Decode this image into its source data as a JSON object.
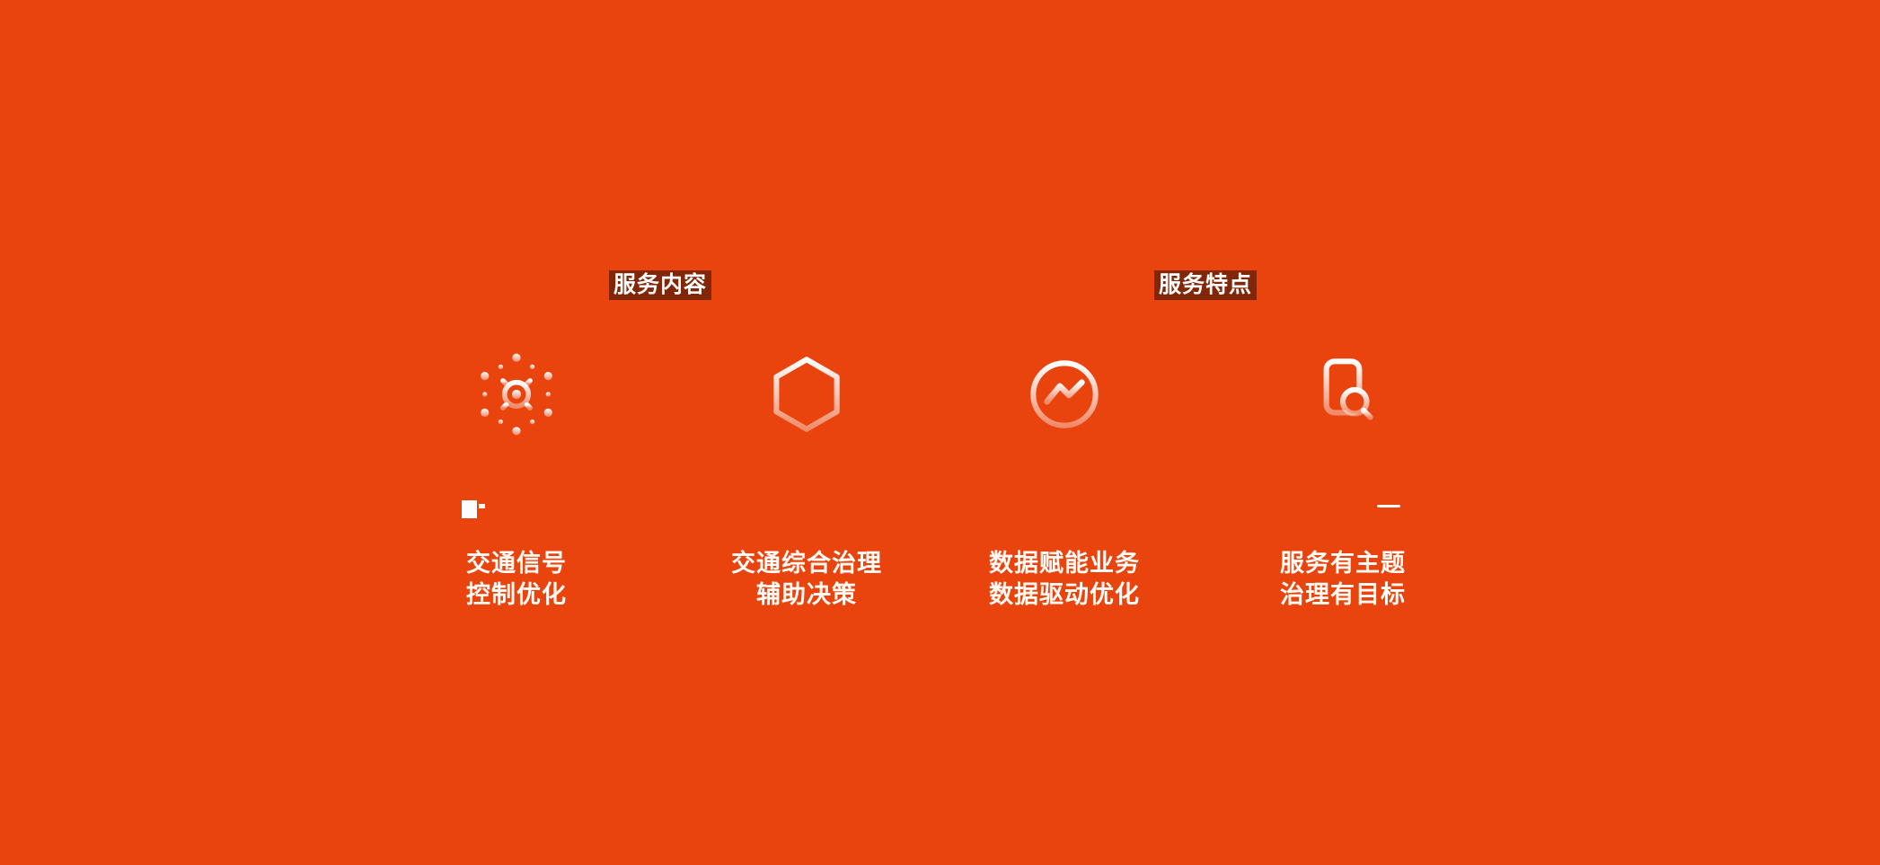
{
  "page": {
    "colors": {
      "background": "#E9440D",
      "header_strip": "rgba(64,20,4,0.62)",
      "text": "#FFFBF7",
      "icon_stroke_top": "#FFFFFF",
      "icon_stroke_bottom_opacity": "0.38"
    }
  },
  "headers": [
    {
      "label": "服务内容"
    },
    {
      "label": "服务特点"
    }
  ],
  "features": [
    {
      "icon": "gear-network-icon",
      "lines": [
        "交通信号",
        "控制优化"
      ]
    },
    {
      "icon": "hexagon-bar-chart-icon",
      "lines": [
        "交通综合治理",
        "辅助决策"
      ]
    },
    {
      "icon": "trend-line-circle-icon",
      "lines": [
        "数据赋能业务",
        "数据驱动优化"
      ]
    },
    {
      "icon": "document-search-icon",
      "lines": [
        "服务有主题",
        "治理有目标"
      ]
    }
  ]
}
